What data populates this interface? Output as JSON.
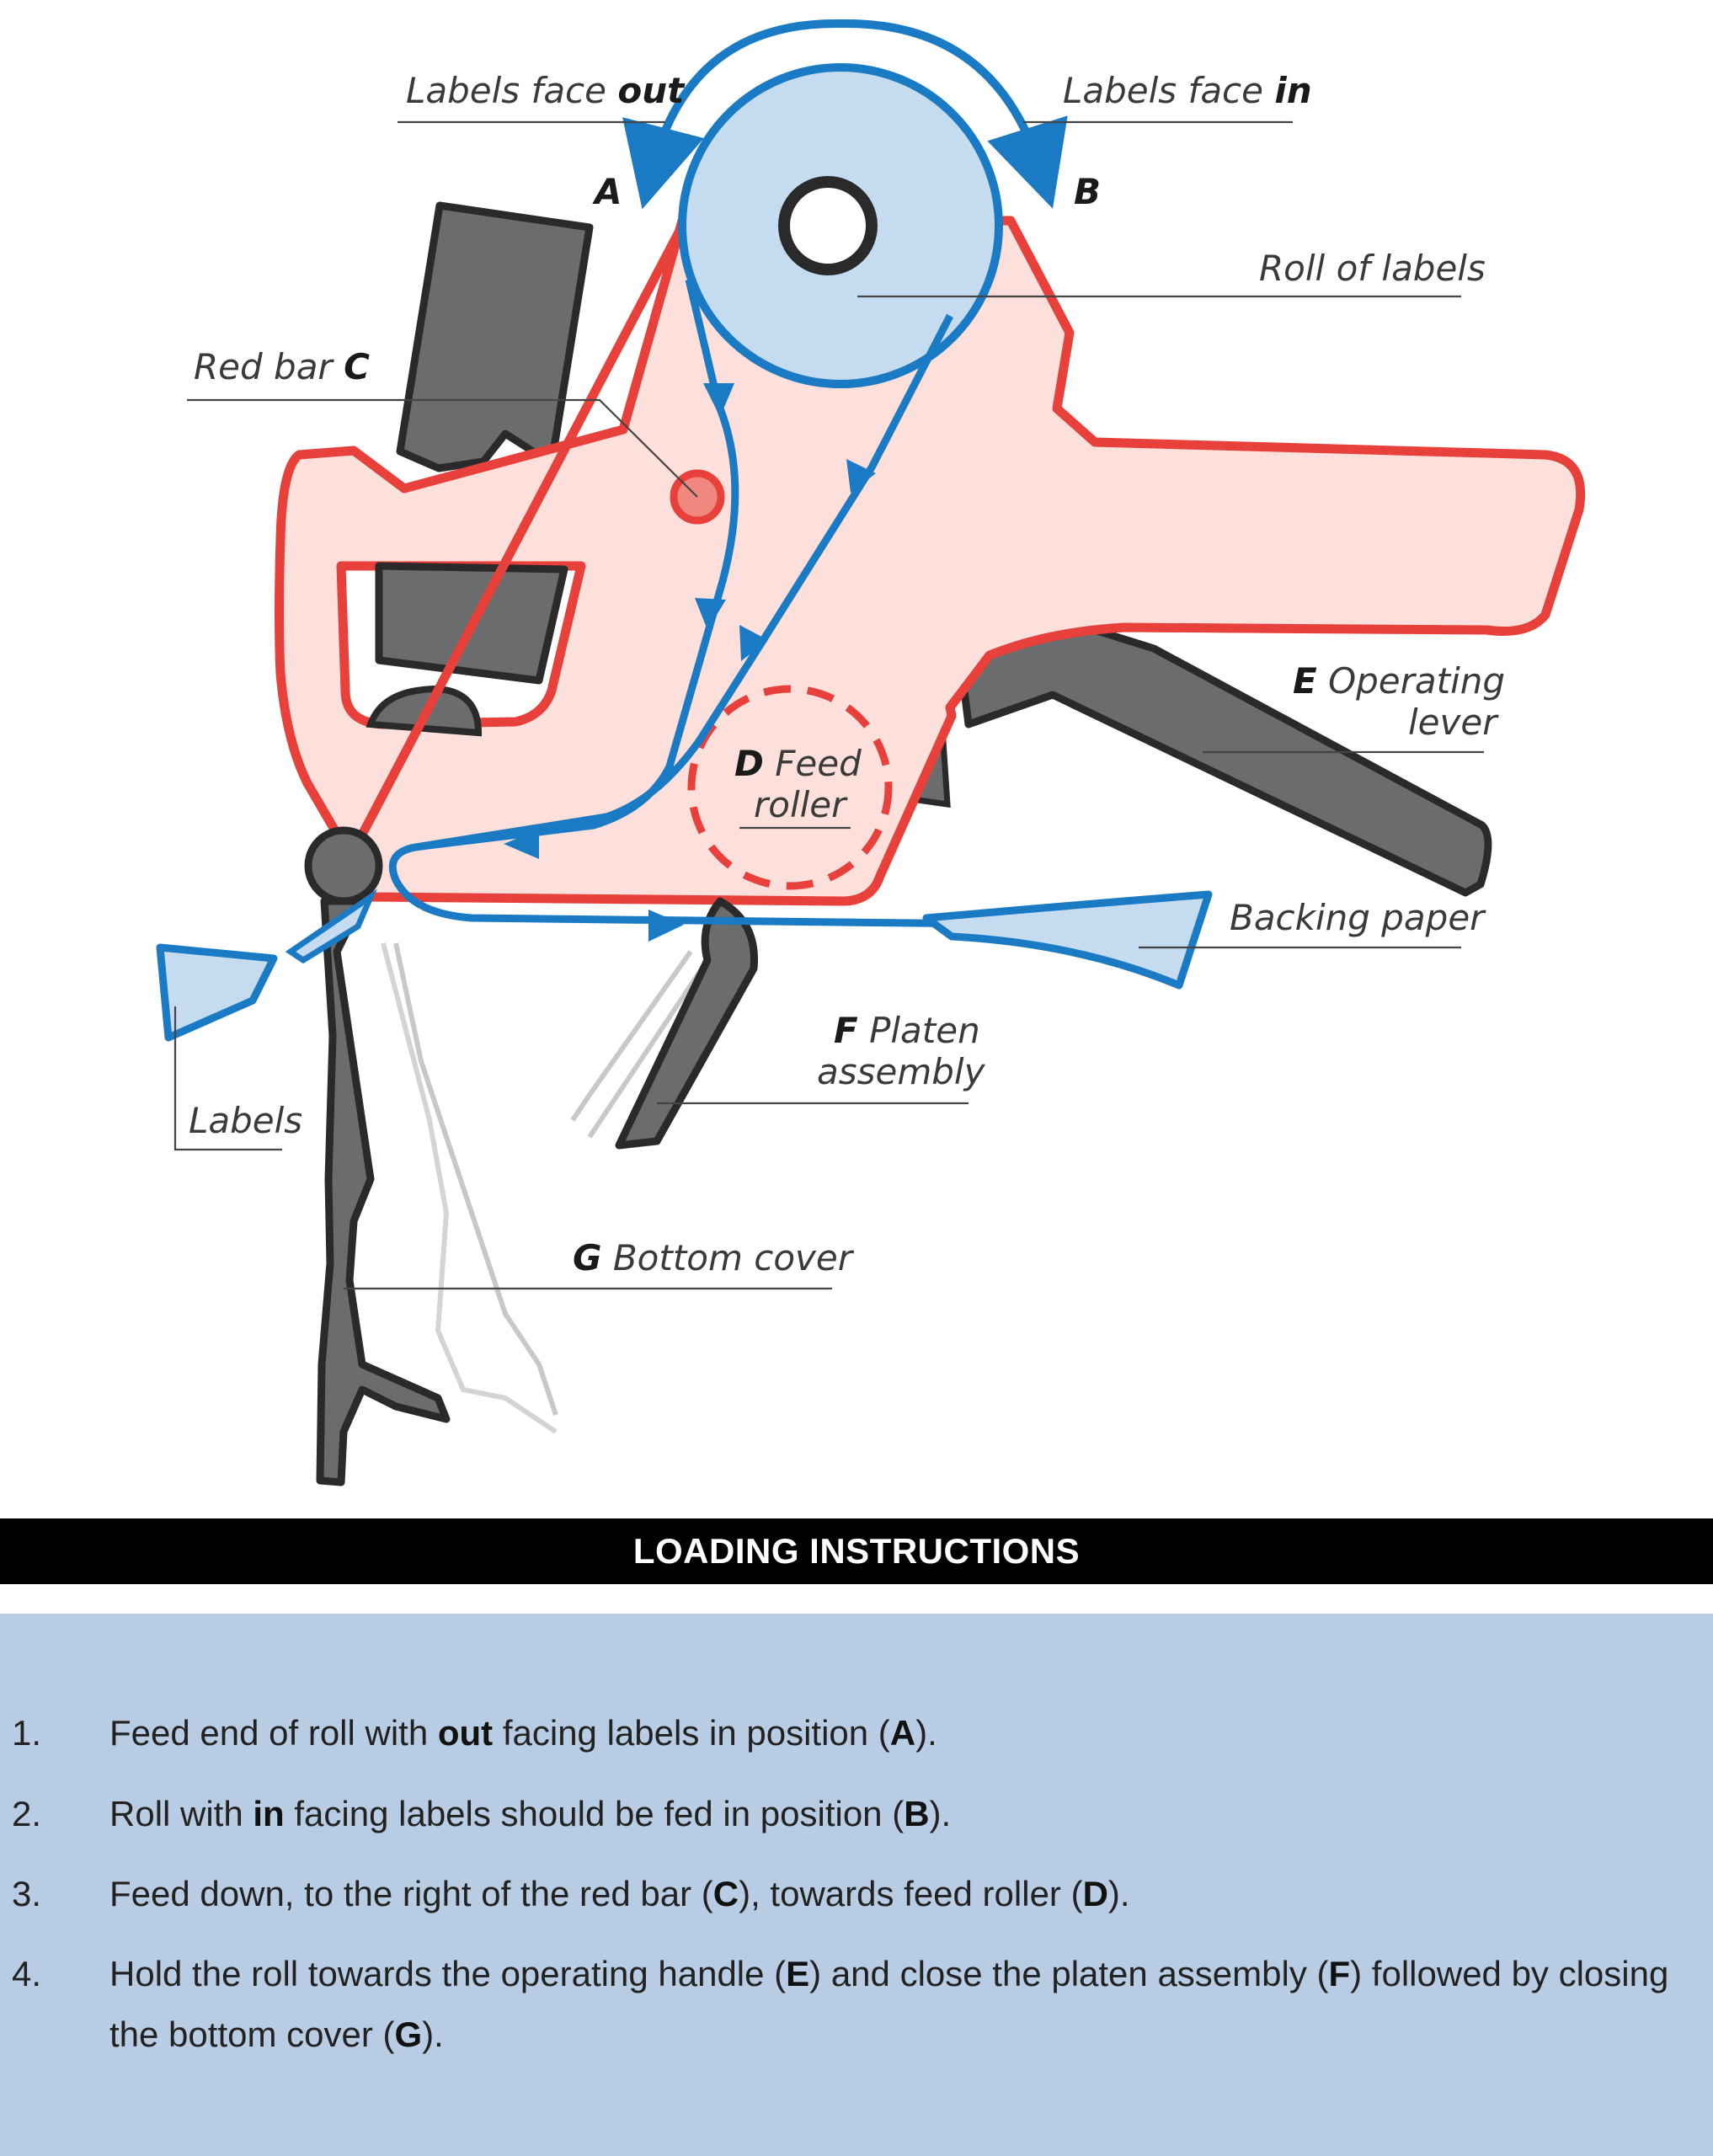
{
  "diagram": {
    "labels": {
      "labels_face_out_prefix": "Labels face ",
      "labels_face_out_bold": "out",
      "labels_face_in_prefix": "Labels face ",
      "labels_face_in_bold": "in",
      "position_a": "A",
      "position_b": "B",
      "roll_of_labels": "Roll of labels",
      "red_bar_prefix": "Red bar ",
      "red_bar_letter": "C",
      "operating_lever_letter": "E",
      "operating_lever_line1": "Operating",
      "operating_lever_line2": "lever",
      "feed_roller_letter": "D",
      "feed_roller_line1": "Feed",
      "feed_roller_line2": "roller",
      "backing_paper": "Backing paper",
      "labels": "Labels",
      "platen_letter": "F",
      "platen_line1": "Platen",
      "platen_line2": "assembly",
      "bottom_cover_letter": "G",
      "bottom_cover_text": "Bottom cover"
    },
    "colors": {
      "body_outline": "#e8403a",
      "body_fill": "#fde0dc",
      "feed_path": "#1a7bc4",
      "roll_fill": "#c5dcf0",
      "parts_fill": "#6b6c6e",
      "parts_outline": "#2a2a2a"
    }
  },
  "instructions": {
    "heading": "LOADING INSTRUCTIONS",
    "background_color": "#b8cce4",
    "steps": [
      {
        "num": "1.",
        "t1": "Feed end of roll with ",
        "b1": "out",
        "t2": " facing labels in position (",
        "b2": "A",
        "t3": ")."
      },
      {
        "num": "2.",
        "t1": "Roll with ",
        "b1": "in",
        "t2": " facing labels should be fed in position (",
        "b2": "B",
        "t3": ")."
      },
      {
        "num": "3.",
        "t1": "Feed down, to the right of the red bar (",
        "b1": "C",
        "t2": "), towards feed roller (",
        "b2": "D",
        "t3": ")."
      },
      {
        "num": "4.",
        "t1": "Hold the roll towards the operating handle (",
        "b1": "E",
        "t2": ") and close the platen assembly (",
        "b2": "F",
        "t3": ") followed by closing the bottom cover (",
        "b3": "G",
        "t4": ")."
      }
    ]
  }
}
